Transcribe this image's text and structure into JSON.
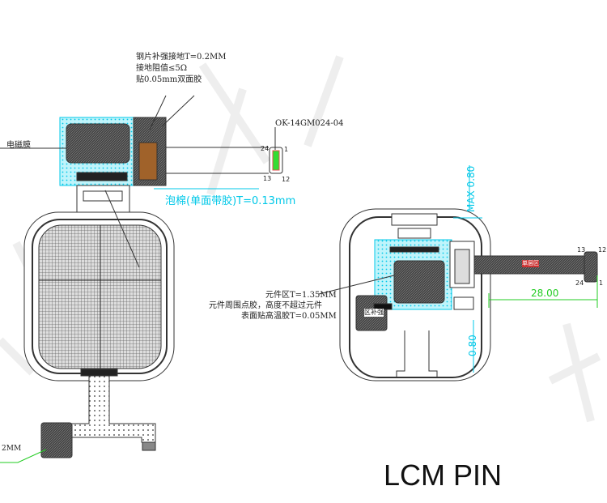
{
  "left_view": {
    "stiffener_note": [
      "钢片补强接地T=0.2MM",
      "接地阻值≤5Ω",
      "贴0.05mm双面胶"
    ],
    "emi_film_label": "电磁膜",
    "connector_part": "OK-14GM024-04",
    "pins": {
      "top_left": "24",
      "top_right": "1",
      "bottom_left": "13",
      "bottom_right": "12"
    },
    "foam_note": "泡棉(单面带胶)T=0.13mm",
    "bottom_note": "2MM"
  },
  "right_view": {
    "max_dim": "MAX 0.80",
    "lower_dim": "0.80",
    "component_note": [
      "元件区T=1.35MM",
      "元件周围点胶，高度不超过元件",
      "表面贴高温胶T=0.05MM"
    ],
    "single_layer_label": "单层区",
    "block_label": "区补强",
    "length_dim": "28.00",
    "pins": {
      "top_left": "13",
      "top_right": "12",
      "bottom_left": "24",
      "bottom_right": "1"
    }
  },
  "title": "LCM PIN",
  "colors": {
    "cyan": "#00c8e8",
    "green": "#22cc22",
    "dark": "#3a3a3a"
  }
}
